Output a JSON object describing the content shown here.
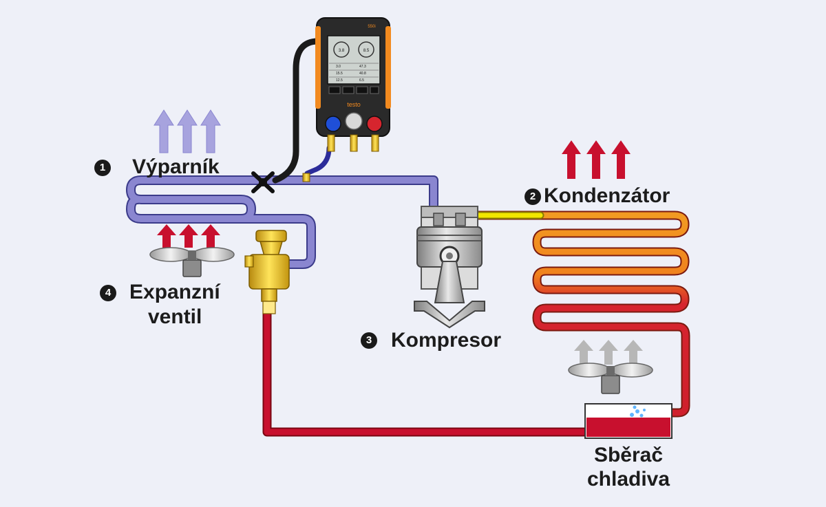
{
  "labels": {
    "evaporator": {
      "number": "1",
      "text": "Výparník"
    },
    "condenser": {
      "number": "2",
      "text": "Kondenzátor"
    },
    "compressor": {
      "number": "3",
      "text": "Kompresor"
    },
    "expansion_valve": {
      "number": "4",
      "line1": "Expanzní",
      "line2": "ventil"
    },
    "receiver": {
      "line1": "Sběrač",
      "line2": "chladiva"
    }
  },
  "gauge": {
    "brand": "testo",
    "model": "550i",
    "left_pressure": "3.8",
    "right_pressure": "8.5",
    "rows": [
      {
        "left": "3.0",
        "right": "47.3"
      },
      {
        "left": "15.5",
        "right": "40.8"
      },
      {
        "left": "12.5",
        "right": "6.5"
      }
    ]
  },
  "colors": {
    "background": "#eef0f8",
    "low_pressure_line": "#8a86d0",
    "liquid_line": "#c8102e",
    "hot_gas_line": "#f2e600",
    "condenser_hot": "#f28a1f",
    "condenser_cool": "#d6252e",
    "heat_out_arrow": "#c8102e",
    "cold_out_arrow": "#a7a3de",
    "air_in_arrow": "#b7b7b7"
  },
  "icons": [
    "fan-icon",
    "arrow-up-icon",
    "piston-icon",
    "valve-icon",
    "gauge-device-icon",
    "clamp-icon"
  ]
}
